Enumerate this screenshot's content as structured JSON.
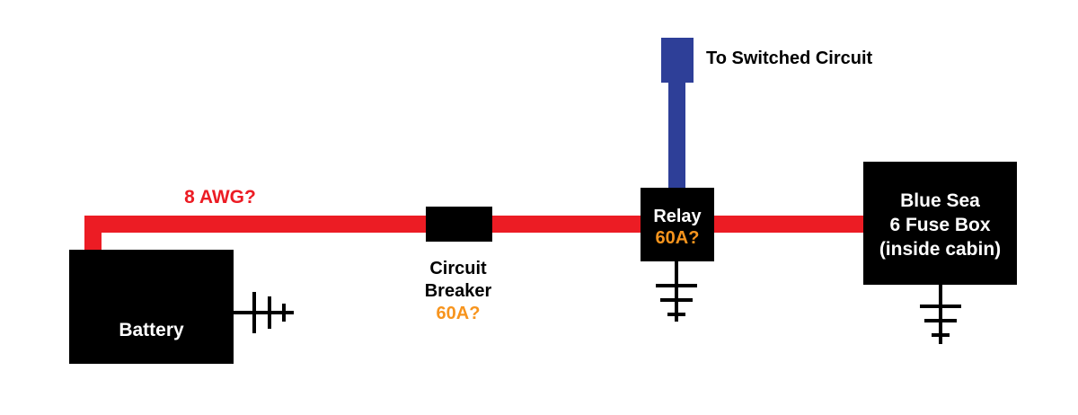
{
  "colors": {
    "power_wire": "#ec1c24",
    "switched_wire": "#2e3f98",
    "component": "#000000",
    "rating_text": "#f7941d",
    "label_text": "#000000"
  },
  "wire": {
    "gauge_label": "8 AWG?"
  },
  "battery": {
    "label": "Battery"
  },
  "circuit_breaker": {
    "label_line1": "Circuit",
    "label_line2": "Breaker",
    "rating": "60A?"
  },
  "relay": {
    "label": "Relay",
    "rating": "60A?"
  },
  "switched_circuit": {
    "label": "To Switched Circuit"
  },
  "fuse_box": {
    "line1": "Blue Sea",
    "line2": "6 Fuse Box",
    "line3": "(inside cabin)"
  }
}
